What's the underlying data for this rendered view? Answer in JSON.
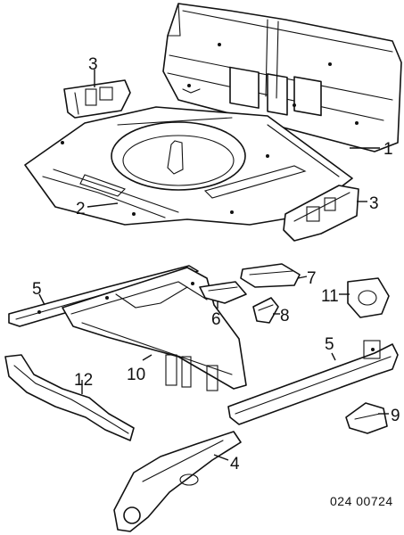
{
  "callouts": {
    "c1": "1",
    "c2": "2",
    "c3_top": "3",
    "c3_right": "3",
    "c4": "4",
    "c5_left": "5",
    "c5_right": "5",
    "c6": "6",
    "c7": "7",
    "c8": "8",
    "c9": "9",
    "c10": "10",
    "c11": "11",
    "c12": "12"
  },
  "reference_code": "024 00724",
  "colors": {
    "ink": "#111111",
    "paper": "#ffffff"
  }
}
